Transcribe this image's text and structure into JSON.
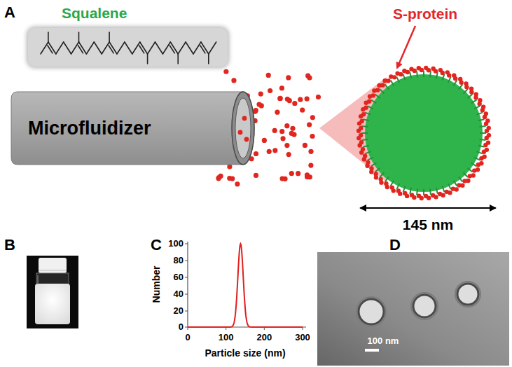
{
  "diagram": {
    "nodes": [
      {
        "text": [
          "Squalene"
        ]
      },
      {
        "text": [
          "Microfluidizer"
        ]
      }
    ],
    "labels": [
      "A",
      "S-protein",
      "145 nm",
      "B",
      "C",
      "Number",
      "100",
      "80",
      "60",
      "40",
      "20",
      "0",
      "0",
      "100",
      "200",
      "300",
      "Particle size (nm)",
      "D",
      "100 nm"
    ]
  }
}
